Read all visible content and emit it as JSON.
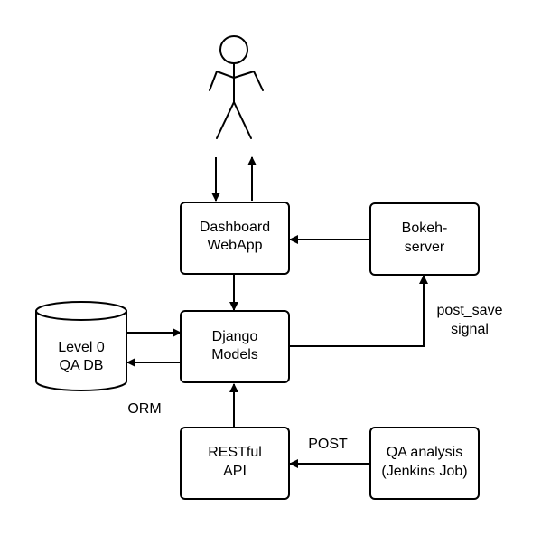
{
  "diagram": {
    "nodes": {
      "user": {
        "label": ""
      },
      "dashboard": {
        "label_line1": "Dashboard",
        "label_line2": "WebApp"
      },
      "bokeh": {
        "label_line1": "Bokeh-",
        "label_line2": "server"
      },
      "django": {
        "label_line1": "Django",
        "label_line2": "Models"
      },
      "database": {
        "label_line1": "Level 0",
        "label_line2": "QA DB"
      },
      "restful": {
        "label_line1": "RESTful",
        "label_line2": "API"
      },
      "qa_analysis": {
        "label_line1": "QA analysis",
        "label_line2": "(Jenkins Job)"
      }
    },
    "edges": {
      "orm": "ORM",
      "post": "POST",
      "post_save_line1": "post_save",
      "post_save_line2": "signal"
    }
  }
}
